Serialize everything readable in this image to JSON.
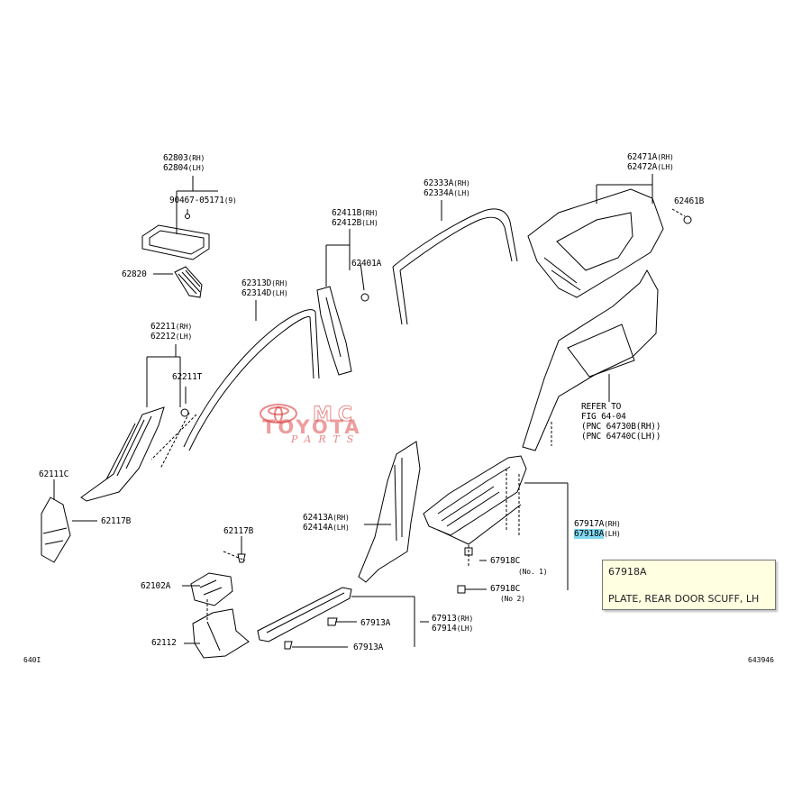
{
  "callouts": {
    "c62803": "62803",
    "c62804": "62804",
    "c90467": "90467-05171",
    "c90467_qty": "(9)",
    "c62820": "62820",
    "c62211": "62211",
    "c62212": "62212",
    "c62211T": "62211T",
    "c62111C": "62111C",
    "c62117B_a": "62117B",
    "c62313D": "62313D",
    "c62314D": "62314D",
    "c62411B": "62411B",
    "c62412B": "62412B",
    "c62401A": "62401A",
    "c62333A": "62333A",
    "c62334A": "62334A",
    "c62471A": "62471A",
    "c62472A": "62472A",
    "c62461B": "62461B",
    "c62117B_b": "62117B",
    "c62102A": "62102A",
    "c62112": "62112",
    "c62413A": "62413A",
    "c62414A": "62414A",
    "c67917A": "67917A",
    "c67918A": "67918A",
    "c67918C_1": "67918C",
    "c67918C_1_note": "(No. 1)",
    "c67918C_2": "67918C",
    "c67918C_2_note": "(No 2)",
    "c67913A_a": "67913A",
    "c67913A_b": "67913A",
    "c67913": "67913",
    "c67914": "67914"
  },
  "suffix": {
    "rh": "(RH)",
    "lh": "(LH)"
  },
  "refer": {
    "line1": "REFER TO",
    "line2": "FIG 64-04",
    "line3": "(PNC 64730B(RH))",
    "line4": "(PNC 64740C(LH))"
  },
  "watermark": {
    "line1": "MC",
    "line2": "TOYOTA",
    "line3": "PARTS"
  },
  "tooltip": {
    "code": "67918A",
    "description": "PLATE, REAR DOOR SCUFF, LH"
  },
  "corner": {
    "left": "640I",
    "right": "643946"
  },
  "colors": {
    "highlight": "#7fd8ef",
    "tooltip_bg": "#ffffe1",
    "watermark": "#d72828"
  }
}
